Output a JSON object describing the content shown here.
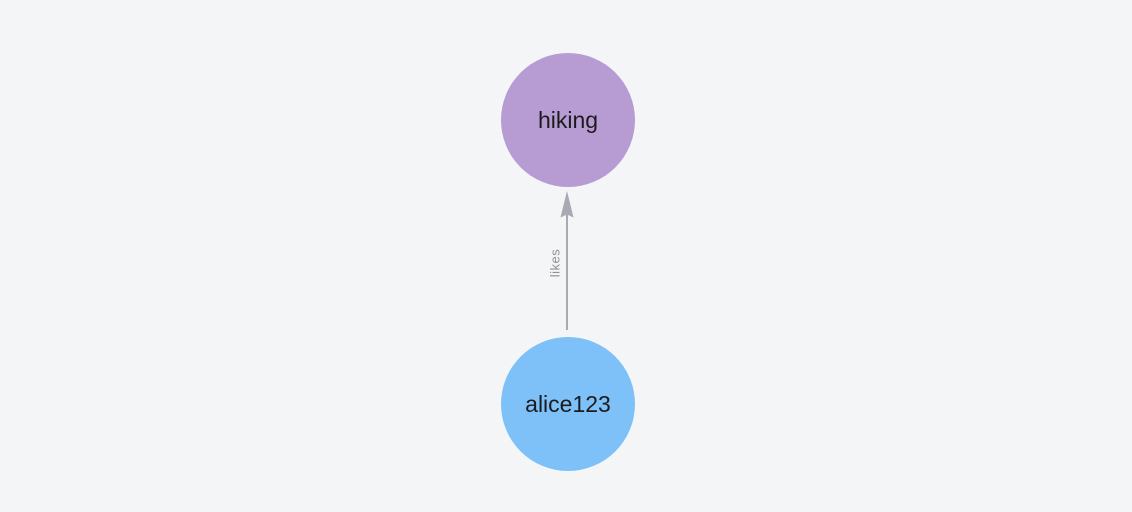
{
  "canvas": {
    "background": "#f4f5f6"
  },
  "nodes": [
    {
      "id": "hiking",
      "label": "hiking",
      "color": "#b79cd4",
      "text_color": "#1c1c1e"
    },
    {
      "id": "alice123",
      "label": "alice123",
      "color": "#7dc1f8",
      "text_color": "#1c1c1e"
    }
  ],
  "edge": {
    "from": "alice123",
    "to": "hiking",
    "label": "likes",
    "color": "#a7aab1",
    "label_color": "#8e9197"
  }
}
